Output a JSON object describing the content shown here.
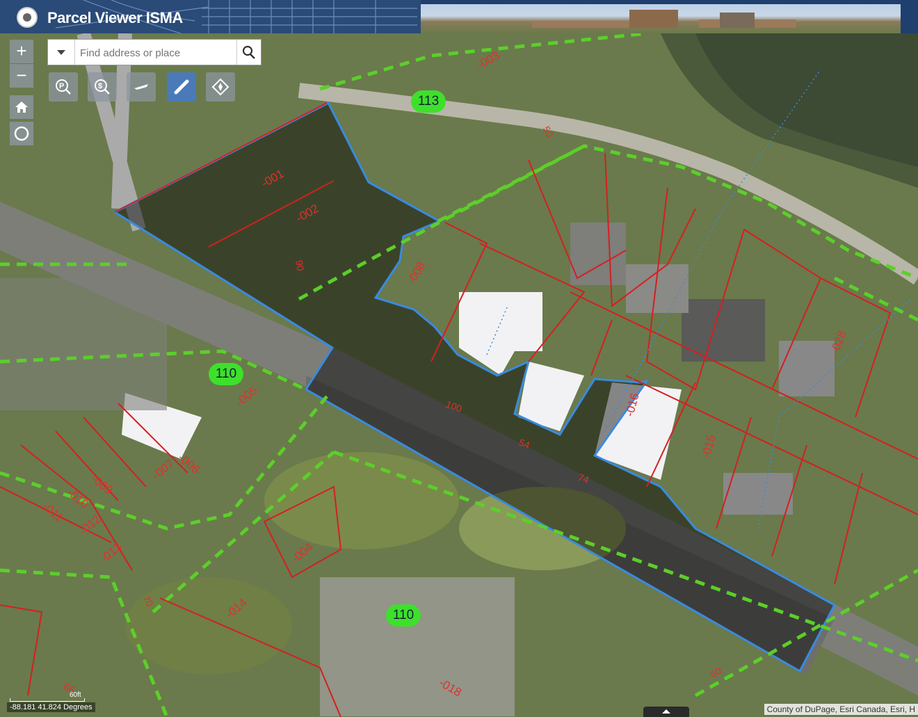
{
  "header": {
    "title": "Parcel Viewer ISMA"
  },
  "search": {
    "placeholder": "Find address or place"
  },
  "toolbar": {
    "zoom_in": "+",
    "zoom_out": "−",
    "tools": [
      "parcel-info",
      "sales-info",
      "aerial-toggle",
      "measure",
      "navigate"
    ]
  },
  "map": {
    "neighborhood_badges": [
      "113",
      "110",
      "110"
    ],
    "parcel_labels": [
      "-003",
      "-001",
      "-002",
      "-008",
      "-009",
      "-010",
      "-011",
      "-012",
      "-013",
      "-014",
      "-018",
      "-028",
      "-007",
      "-006",
      "-005",
      "-004",
      "-016",
      "-015"
    ],
    "street_labels": [
      "70",
      "66",
      "100",
      "74",
      "54",
      "60",
      "90",
      "50"
    ],
    "scale": "60ft",
    "coordinates": "-88.181 41.824 Degrees",
    "attribution": "County of DuPage, Esri Canada, Esri, H"
  },
  "colors": {
    "parcel_line": "#d42020",
    "neighborhood_line": "#5ccf2a",
    "selection": "#3a8ae0",
    "badge": "#3ee02c"
  }
}
